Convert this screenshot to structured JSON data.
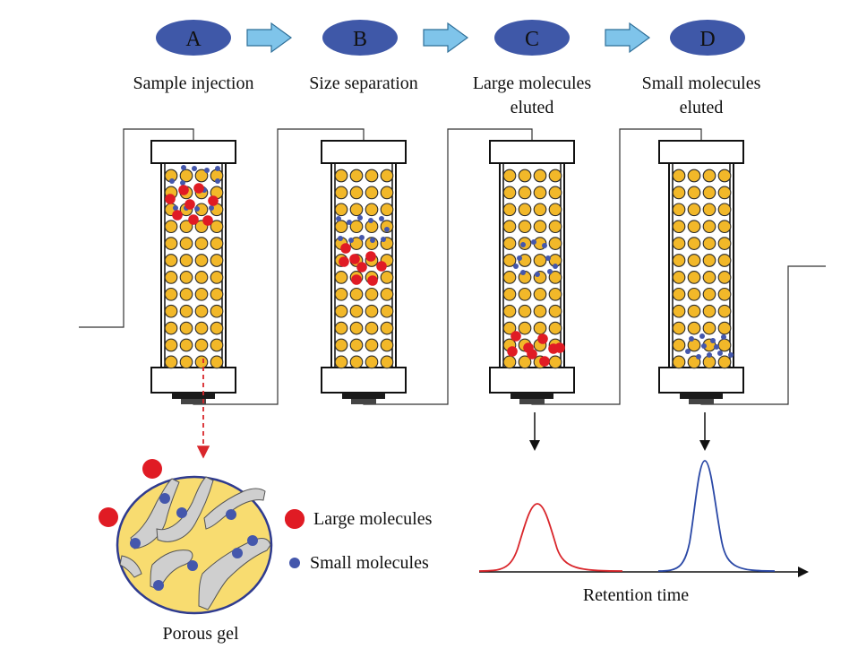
{
  "steps": [
    {
      "letter": "A",
      "caption_lines": [
        "Sample injection"
      ]
    },
    {
      "letter": "B",
      "caption_lines": [
        "Size separation"
      ]
    },
    {
      "letter": "C",
      "caption_lines": [
        "Large molecules",
        "eluted"
      ]
    },
    {
      "letter": "D",
      "caption_lines": [
        "Small molecules",
        "eluted"
      ]
    }
  ],
  "legend": {
    "large_label": "Large molecules",
    "small_label": "Small molecules"
  },
  "gel_label": "Porous gel",
  "chromatogram": {
    "xlabel": "Retention time",
    "peaks": [
      {
        "series": "large",
        "color": "#d9262b"
      },
      {
        "series": "small",
        "color": "#2a48a6"
      }
    ]
  },
  "colors": {
    "badge": "#3f58a8",
    "arrow_fill": "#7fc4ea",
    "arrow_stroke": "#2f6f98",
    "bead": "#f2b829",
    "bead_stroke": "#2a2a2a",
    "large_molecule": "#e01b24",
    "small_molecule": "#4457ac",
    "gel_fill": "#f8dc70",
    "gel_pore": "#cfcfcf",
    "gel_outline": "#2f3b8f",
    "dashed_arrow": "#d9262b"
  }
}
